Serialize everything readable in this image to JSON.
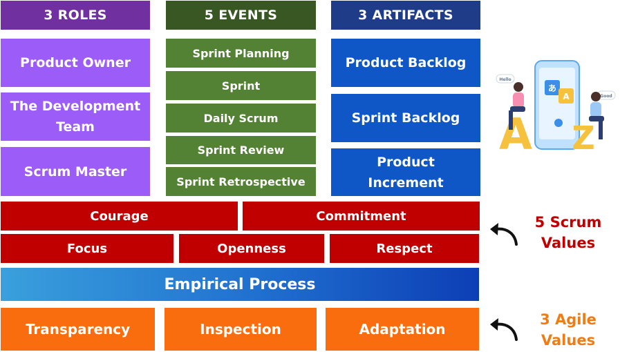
{
  "headers": {
    "roles": "3 ROLES",
    "events": "5 EVENTS",
    "artifacts": "3 ARTIFACTS"
  },
  "roles": [
    "Product Owner",
    "The Development Team",
    "Scrum Master"
  ],
  "events": [
    "Sprint Planning",
    "Sprint",
    "Daily Scrum",
    "Sprint Review",
    "Sprint Retrospective"
  ],
  "artifacts": [
    "Product Backlog",
    "Sprint Backlog",
    "Product Increment"
  ],
  "scrum_values": [
    "Courage",
    "Commitment",
    "Focus",
    "Openness",
    "Respect"
  ],
  "empirical_process": "Empirical Process",
  "agile_values": [
    "Transparency",
    "Inspection",
    "Adaptation"
  ],
  "side_labels": {
    "scrum": "5 Scrum Values",
    "agile": "3 Agile Values"
  },
  "illustration": {
    "bubble_left": "Hello",
    "bubble_right": "Good",
    "letter_a": "A",
    "letter_z": "Z",
    "translate_glyph": "あ",
    "translate_letter": "A"
  },
  "colors": {
    "roles": "#9c5cf7",
    "roles_header": "#7030a0",
    "events": "#548235",
    "events_header": "#385723",
    "artifacts": "#0f57c6",
    "artifacts_header": "#1f3c88",
    "scrum_values": "#c00000",
    "empirical_gradient": [
      "#3aa0dc",
      "#0d3eb5"
    ],
    "agile_values": "#fa6d0f",
    "scrum_label": "#c00000",
    "agile_label": "#f07c14"
  }
}
